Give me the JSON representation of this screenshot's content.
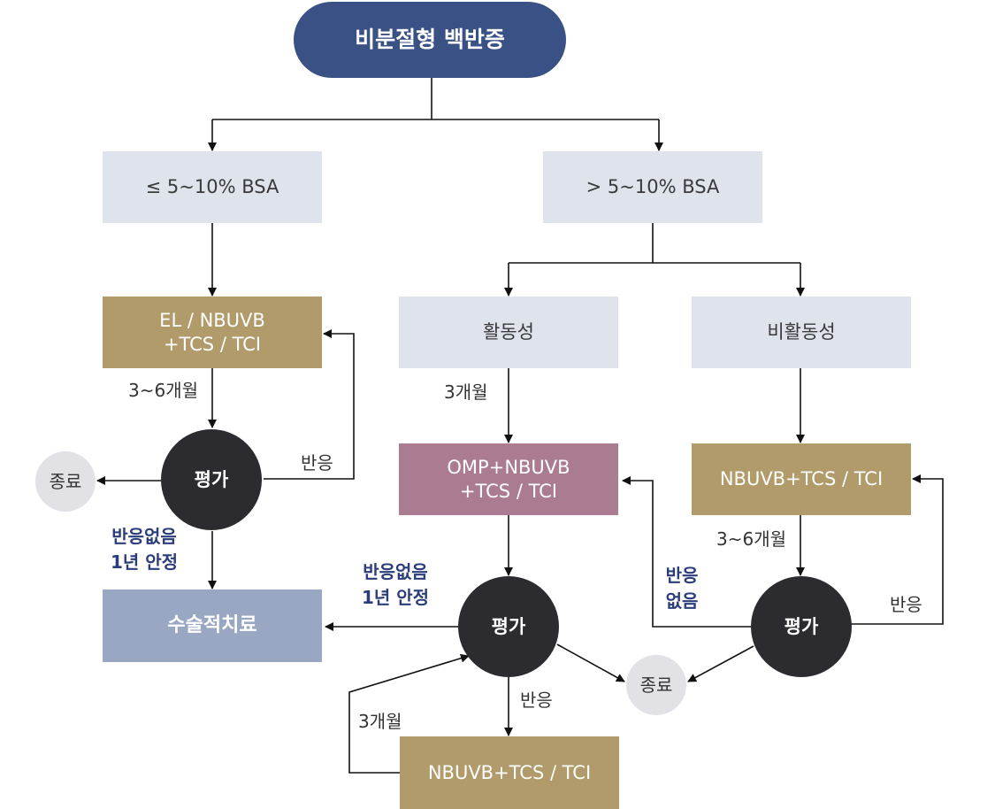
{
  "title": "비분절형 백반증",
  "colors": {
    "title_bg": "#3a5185",
    "light_box": "#dfe3ec",
    "gold_box": "#b19b6b",
    "pink_box": "#ab7b92",
    "blue_box": "#9aa7c3",
    "eval_circle": "#2c2c30",
    "end_circle": "#e1e1e6",
    "navy_text": "#2b3d7a"
  },
  "nodes": {
    "bsa_low": "≤ 5~10% BSA",
    "bsa_high": "> 5~10% BSA",
    "active": "활동성",
    "inactive": "비활동성",
    "left_treatment": {
      "line1": "EL / NBUVB",
      "line2": "+TCS / TCI"
    },
    "omp_treatment": {
      "line1": "OMP+NBUVB",
      "line2": "+TCS / TCI"
    },
    "inactive_treatment": "NBUVB+TCS / TCI",
    "bottom_treatment": "NBUVB+TCS / TCI",
    "surgery": "수술적치료",
    "eval_left": "평가",
    "eval_middle": "평가",
    "eval_right": "평가",
    "end_left": "종료",
    "end_middle": "종료"
  },
  "labels": {
    "left_duration": "3~6개월",
    "left_response": "반응",
    "left_no_response": {
      "line1": "반응없음",
      "line2": "1년 안정"
    },
    "middle_duration": "3개월",
    "middle_no_response": {
      "line1": "반응없음",
      "line2": "1년 안정"
    },
    "middle_response": "반응",
    "bottom_duration": "3개월",
    "right_duration": "3~6개월",
    "right_no_response": {
      "line1": "반응",
      "line2": "없음"
    },
    "right_response": "반응"
  }
}
